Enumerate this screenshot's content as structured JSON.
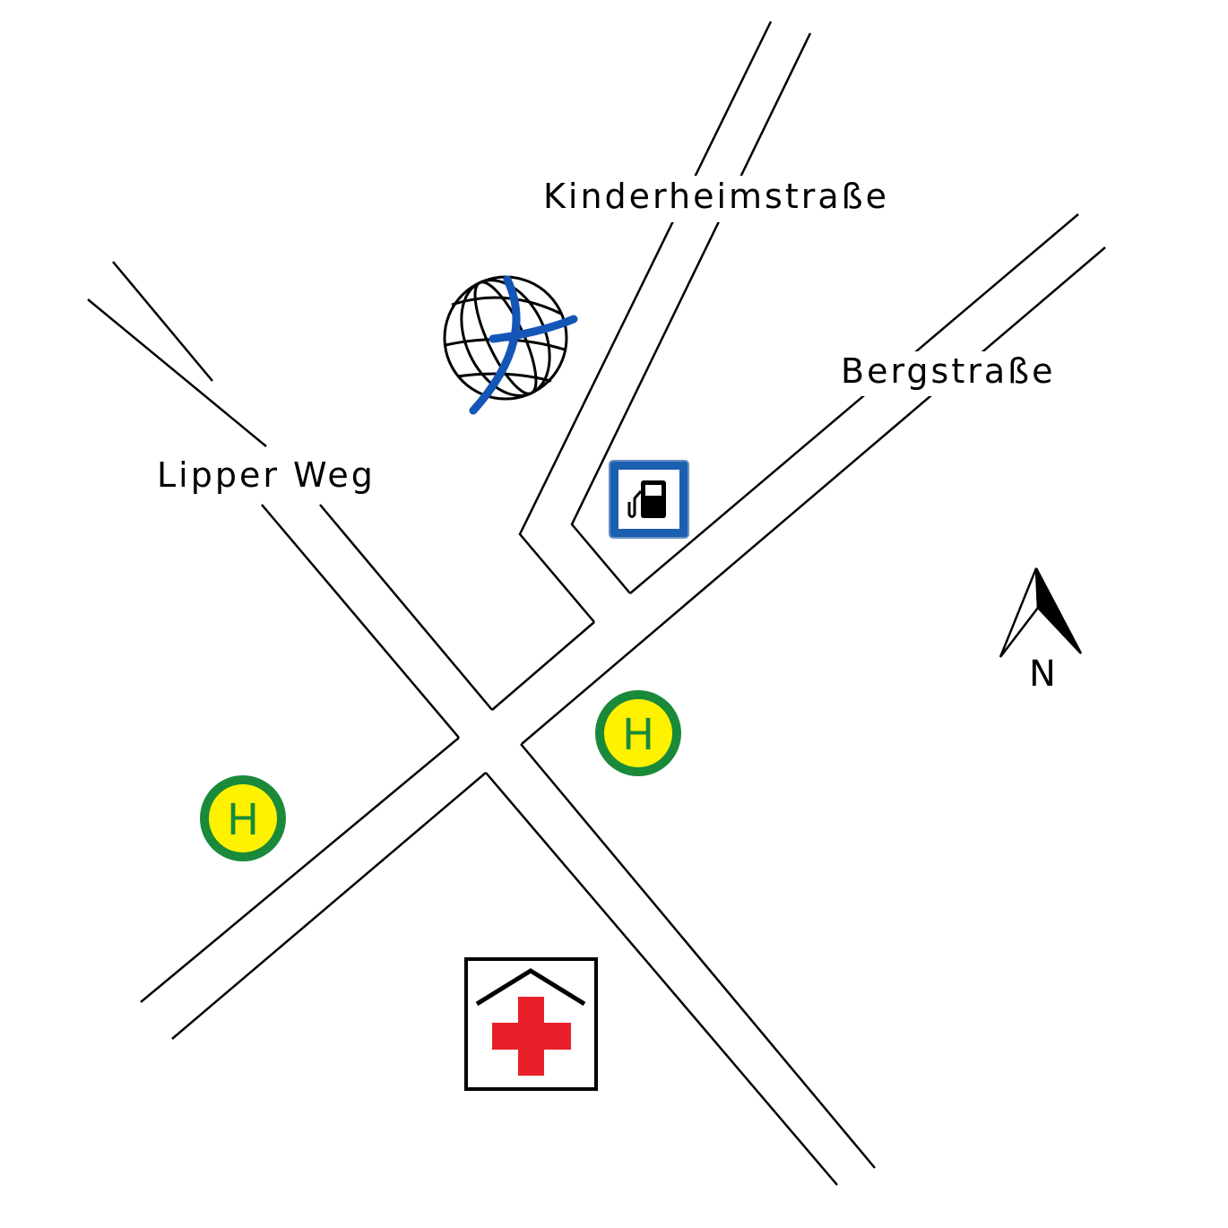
{
  "streets": {
    "kinderheimstrasse": "Kinderheimstraße",
    "bergstrasse": "Bergstraße",
    "lipper_weg": "Lipper Weg"
  },
  "compass": {
    "north_label": "N"
  },
  "bus_stop": {
    "letter": "H"
  },
  "icons": {
    "globe": "globe-logo-icon",
    "fuel": "fuel-station-icon",
    "bus_stop": "bus-stop-icon",
    "medical": "medical-house-icon",
    "north_arrow": "north-arrow-icon"
  },
  "colors": {
    "road_line": "#000000",
    "bus_stop_ring": "#1a8a3a",
    "bus_stop_fill": "#fff200",
    "fuel_sign_blue": "#1b5fb0",
    "medical_cross": "#e8202a",
    "globe_swoosh": "#1456b8"
  }
}
